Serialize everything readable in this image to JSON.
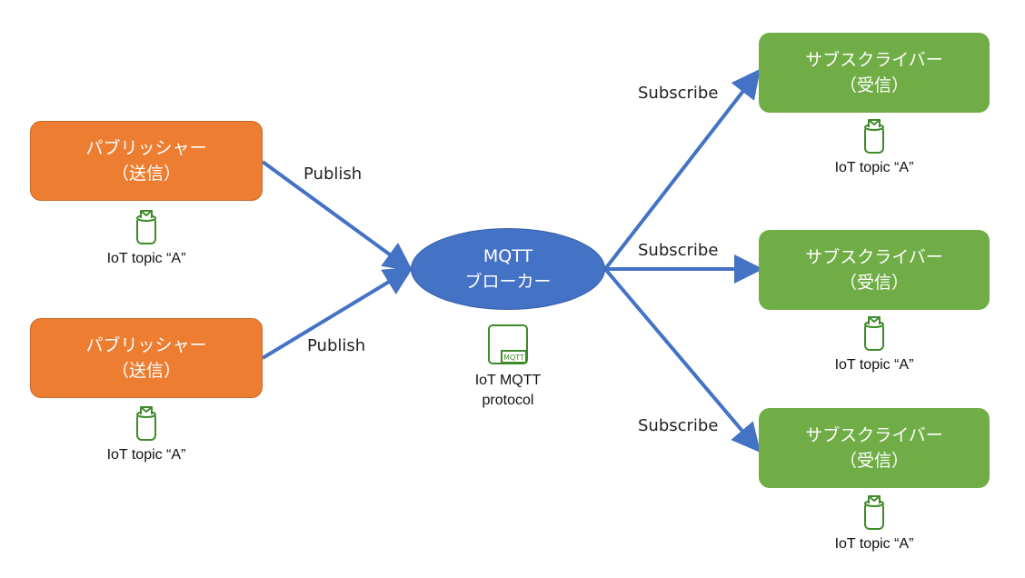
{
  "colors": {
    "publisher": "#ed7d31",
    "subscriber": "#70ad47",
    "broker": "#4472c4",
    "arrow": "#4472c4",
    "icon": "#3f8b2a"
  },
  "publishers": [
    {
      "line1": "パブリッシャー",
      "line2": "（送信）",
      "topic": "IoT topic “A”",
      "edge_label": "Publish"
    },
    {
      "line1": "パブリッシャー",
      "line2": "（送信）",
      "topic": "IoT topic “A”",
      "edge_label": "Publish"
    }
  ],
  "broker": {
    "line1": "MQTT",
    "line2": "ブローカー",
    "icon_badge": "MQTT",
    "caption_line1": "IoT MQTT",
    "caption_line2": "protocol"
  },
  "subscribers": [
    {
      "line1": "サブスクライバー",
      "line2": "（受信）",
      "topic": "IoT topic “A”",
      "edge_label": "Subscribe"
    },
    {
      "line1": "サブスクライバー",
      "line2": "（受信）",
      "topic": "IoT topic “A”",
      "edge_label": "Subscribe"
    },
    {
      "line1": "サブスクライバー",
      "line2": "（受信）",
      "topic": "IoT topic “A”",
      "edge_label": "Subscribe"
    }
  ]
}
